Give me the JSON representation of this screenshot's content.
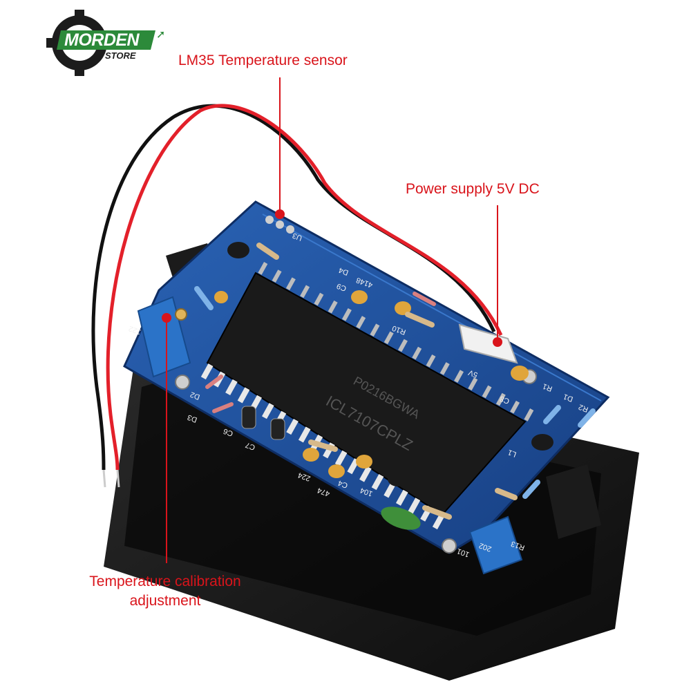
{
  "logo": {
    "main": "MORDEN",
    "sub": "STORE"
  },
  "callouts": {
    "sensor": "LM35 Temperature sensor",
    "power": "Power supply 5V DC",
    "calibration_line1": "Temperature calibration",
    "calibration_line2": "adjustment"
  },
  "colors": {
    "callout_red": "#d9141b",
    "pcb_blue": "#1d4f9a",
    "bezel_black": "#121212",
    "logo_green": "#2c8a3a"
  },
  "chip": {
    "line1": "ICL7107CPLZ",
    "line2": "P0216BGWA"
  },
  "board_labels": [
    "U3",
    "D4",
    "C9",
    "4148",
    "R10",
    "5V",
    "C8",
    "D2",
    "D3",
    "C6",
    "C7",
    "224",
    "474",
    "C4",
    "104",
    "R1",
    "D1",
    "R2",
    "L1",
    "202",
    "R13",
    "101",
    "122"
  ]
}
